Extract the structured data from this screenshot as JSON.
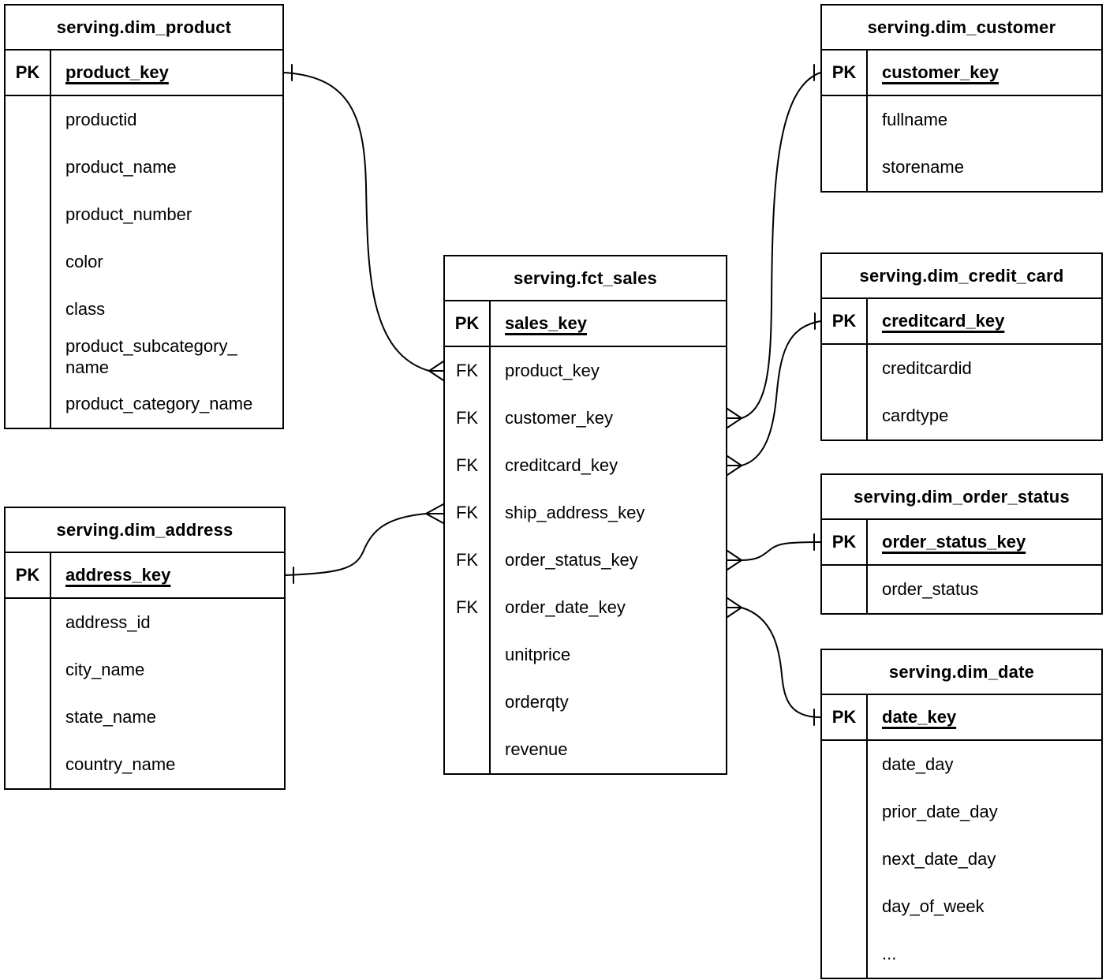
{
  "tables": {
    "dim_product": {
      "title": "serving.dim_product",
      "pk": {
        "label": "PK",
        "field": "product_key"
      },
      "fields": [
        {
          "key": "",
          "name": "productid"
        },
        {
          "key": "",
          "name": "product_name"
        },
        {
          "key": "",
          "name": "product_number"
        },
        {
          "key": "",
          "name": "color"
        },
        {
          "key": "",
          "name": "class"
        },
        {
          "key": "",
          "name": "product_subcategory_\nname"
        },
        {
          "key": "",
          "name": "product_category_name"
        }
      ]
    },
    "dim_customer": {
      "title": "serving.dim_customer",
      "pk": {
        "label": "PK",
        "field": "customer_key"
      },
      "fields": [
        {
          "key": "",
          "name": "fullname"
        },
        {
          "key": "",
          "name": "storename"
        }
      ]
    },
    "fct_sales": {
      "title": "serving.fct_sales",
      "pk": {
        "label": "PK",
        "field": "sales_key"
      },
      "fields": [
        {
          "key": "FK",
          "name": "product_key"
        },
        {
          "key": "FK",
          "name": "customer_key"
        },
        {
          "key": "FK",
          "name": "creditcard_key"
        },
        {
          "key": "FK",
          "name": "ship_address_key"
        },
        {
          "key": "FK",
          "name": "order_status_key"
        },
        {
          "key": "FK",
          "name": "order_date_key"
        },
        {
          "key": "",
          "name": "unitprice"
        },
        {
          "key": "",
          "name": "orderqty"
        },
        {
          "key": "",
          "name": "revenue"
        }
      ]
    },
    "dim_credit_card": {
      "title": "serving.dim_credit_card",
      "pk": {
        "label": "PK",
        "field": "creditcard_key"
      },
      "fields": [
        {
          "key": "",
          "name": "creditcardid"
        },
        {
          "key": "",
          "name": "cardtype"
        }
      ]
    },
    "dim_order_status": {
      "title": "serving.dim_order_status",
      "pk": {
        "label": "PK",
        "field": "order_status_key"
      },
      "fields": [
        {
          "key": "",
          "name": "order_status"
        }
      ]
    },
    "dim_date": {
      "title": "serving.dim_date",
      "pk": {
        "label": "PK",
        "field": "date_key"
      },
      "fields": [
        {
          "key": "",
          "name": "date_day"
        },
        {
          "key": "",
          "name": "prior_date_day"
        },
        {
          "key": "",
          "name": "next_date_day"
        },
        {
          "key": "",
          "name": "day_of_week"
        },
        {
          "key": "",
          "name": "..."
        }
      ]
    },
    "dim_address": {
      "title": "serving.dim_address",
      "pk": {
        "label": "PK",
        "field": "address_key"
      },
      "fields": [
        {
          "key": "",
          "name": "address_id"
        },
        {
          "key": "",
          "name": "city_name"
        },
        {
          "key": "",
          "name": "state_name"
        },
        {
          "key": "",
          "name": "country_name"
        }
      ]
    }
  },
  "relationships": [
    {
      "from_table": "serving.fct_sales",
      "from_field": "product_key",
      "to_table": "serving.dim_product",
      "to_field": "product_key",
      "from_cardinality": "many",
      "to_cardinality": "one"
    },
    {
      "from_table": "serving.fct_sales",
      "from_field": "ship_address_key",
      "to_table": "serving.dim_address",
      "to_field": "address_key",
      "from_cardinality": "many",
      "to_cardinality": "one"
    },
    {
      "from_table": "serving.fct_sales",
      "from_field": "customer_key",
      "to_table": "serving.dim_customer",
      "to_field": "customer_key",
      "from_cardinality": "many",
      "to_cardinality": "one"
    },
    {
      "from_table": "serving.fct_sales",
      "from_field": "creditcard_key",
      "to_table": "serving.dim_credit_card",
      "to_field": "creditcard_key",
      "from_cardinality": "many",
      "to_cardinality": "one"
    },
    {
      "from_table": "serving.fct_sales",
      "from_field": "order_status_key",
      "to_table": "serving.dim_order_status",
      "to_field": "order_status_key",
      "from_cardinality": "many",
      "to_cardinality": "one"
    },
    {
      "from_table": "serving.fct_sales",
      "from_field": "order_date_key",
      "to_table": "serving.dim_date",
      "to_field": "date_key",
      "from_cardinality": "many",
      "to_cardinality": "one"
    }
  ],
  "colors": {
    "line": "#000000",
    "text": "#000000",
    "background": "#ffffff"
  }
}
